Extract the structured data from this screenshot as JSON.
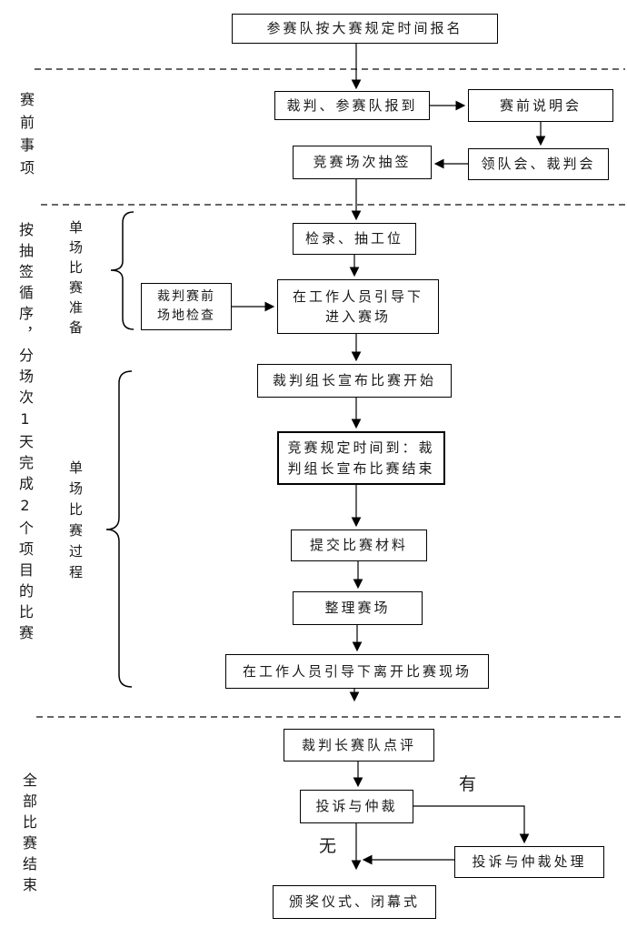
{
  "page": {
    "background": "#ffffff",
    "line_color": "#000000"
  },
  "diagram": {
    "stage_labels": {
      "pre_event": "赛前事项",
      "loop_note": "按抽签循序，分场次1天完成2个项目的比赛",
      "all_matches_end": "全部比赛结束"
    },
    "group_labels": {
      "single_match_prep": "单场比赛准备",
      "single_match_process": "单场比赛过程"
    },
    "boxes": {
      "signup": "参赛队按大赛规定时间报名",
      "checkin": "裁判、参赛队报到",
      "briefing": "赛前说明会",
      "draw": "竞赛场次抽签",
      "leaders_meeting": "领队会、裁判会",
      "roll_call": "检录、抽工位",
      "venue_check_line1": "裁判赛前",
      "venue_check_line2": "场地检查",
      "enter_line1": "在工作人员引导下",
      "enter_line2": "进入赛场",
      "start": "裁判组长宣布比赛开始",
      "end_line1": "竞赛规定时间到：裁",
      "end_line2": "判组长宣布比赛结束",
      "submit": "提交比赛材料",
      "tidy": "整理赛场",
      "leave": "在工作人员引导下离开比赛现场",
      "review": "裁判长赛队点评",
      "complaint": "投诉与仲裁",
      "handle": "投诉与仲裁处理",
      "award": "颁奖仪式、闭幕式"
    },
    "edge_labels": {
      "has": "有",
      "none": "无"
    }
  }
}
